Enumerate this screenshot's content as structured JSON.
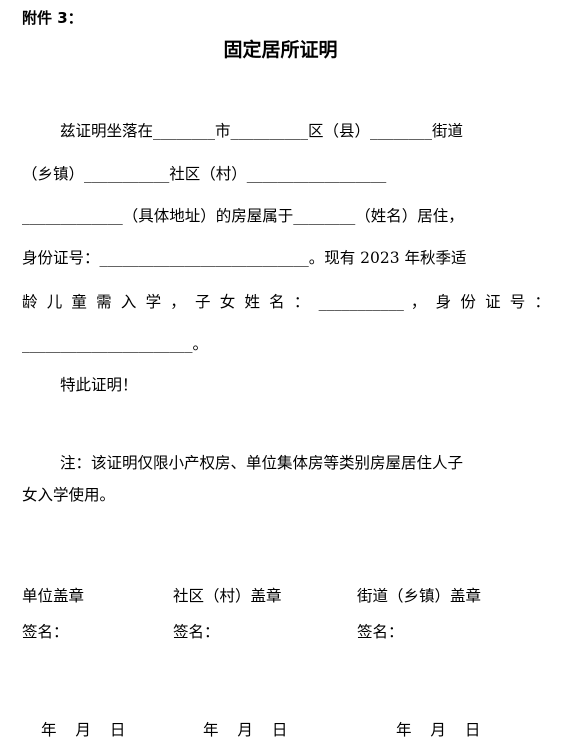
{
  "attachment_label": "附件 3：",
  "title": "固定居所证明",
  "body": {
    "line1": "兹证明坐落在________市__________区（县）________街道",
    "line2": "（乡镇）___________社区（村）__________________",
    "line3": "_____________（具体地址）的房屋属于________（姓名）居住，",
    "line4": "身份证号：___________________________。现有 2023 年秋季适",
    "line5": "龄 儿 童 需 入 学 ， 子 女 姓 名 ： ___________ ， 身 份 证 号 ：",
    "line6": "______________________。",
    "certify": "特此证明！"
  },
  "note": {
    "line1": "注：该证明仅限小产权房、单位集体房等类别房屋居住人子",
    "line2": "女入学使用。"
  },
  "signatures": [
    {
      "seal": "单位盖章",
      "sign": "签名：",
      "date": "年 月 日"
    },
    {
      "seal": "社区（村）盖章",
      "sign": "签名：",
      "date": "年 月 日"
    },
    {
      "seal": "街道（乡镇）盖章",
      "sign": "签名：",
      "date": "年 月 日"
    }
  ]
}
